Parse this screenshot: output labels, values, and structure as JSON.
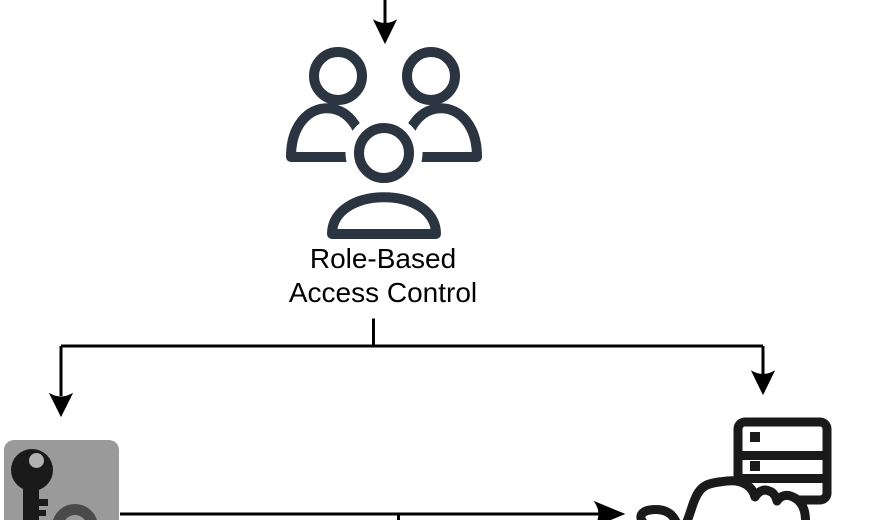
{
  "diagram": {
    "nodes": {
      "rbac": {
        "label_line1": "Role-Based",
        "label_line2": "Access Control",
        "icon": "users-group-icon"
      },
      "access_key": {
        "icon": "key-icon"
      },
      "cloud_server": {
        "icon": "cloud-server-icon"
      }
    },
    "connectors": [
      "arrow-into-rbac-top",
      "branch-left-to-key",
      "branch-right-to-cloud-server",
      "arrow-key-to-cloud-server"
    ],
    "colors": {
      "background": "#ffffff",
      "connector": "#000000",
      "label_text": "#000000",
      "users_stroke": "#2b3542",
      "icon_stroke": "#1a1a1a",
      "key_box_bg": "#9a9a9a",
      "key_black": "#1a1a1a",
      "key_hole": "#b2b2b2",
      "keyring": "#4a4a4a"
    }
  }
}
